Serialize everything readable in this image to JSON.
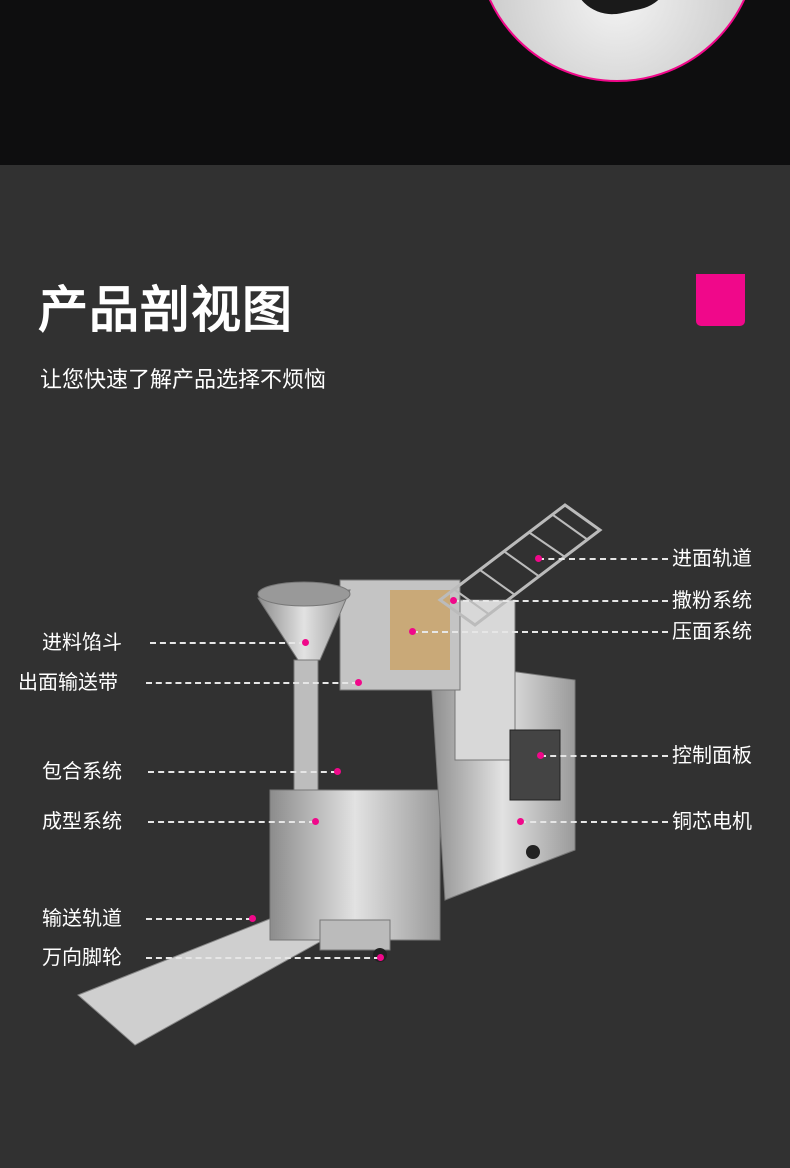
{
  "header": {
    "title": "产品剖视图",
    "subtitle": "让您快速了解产品选择不烦恼"
  },
  "colors": {
    "accent": "#f0088a",
    "top_bg": "#0e0e0f",
    "main_bg": "#313131"
  },
  "labels_left": [
    "进料馅斗",
    "出面输送带",
    "包合系统",
    "成型系统",
    "输送轨道",
    "万向脚轮"
  ],
  "labels_right": [
    "进面轨道",
    "撒粉系统",
    "压面系统",
    "控制面板",
    "铜芯电机"
  ]
}
